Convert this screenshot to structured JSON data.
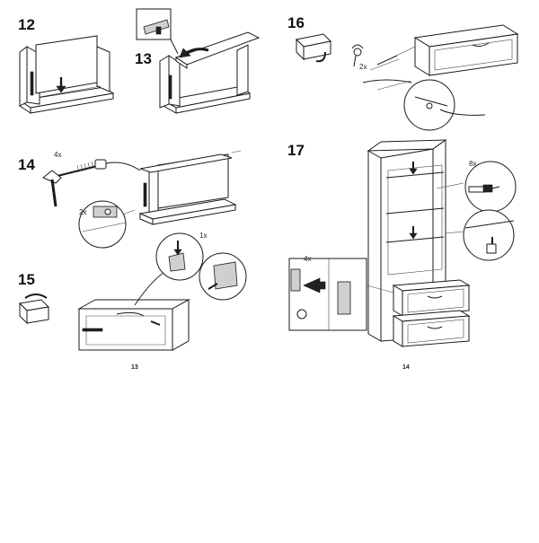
{
  "steps": [
    {
      "number": "12"
    },
    {
      "number": "13"
    },
    {
      "number": "14",
      "count": "4x",
      "count2": "2x"
    },
    {
      "number": "15"
    },
    {
      "number": "16",
      "count": "2x"
    },
    {
      "number": "17",
      "count": "8x",
      "count2": "4x"
    }
  ],
  "callout_count_step15": "1x",
  "page_numbers": {
    "left": "13",
    "right": "14"
  }
}
